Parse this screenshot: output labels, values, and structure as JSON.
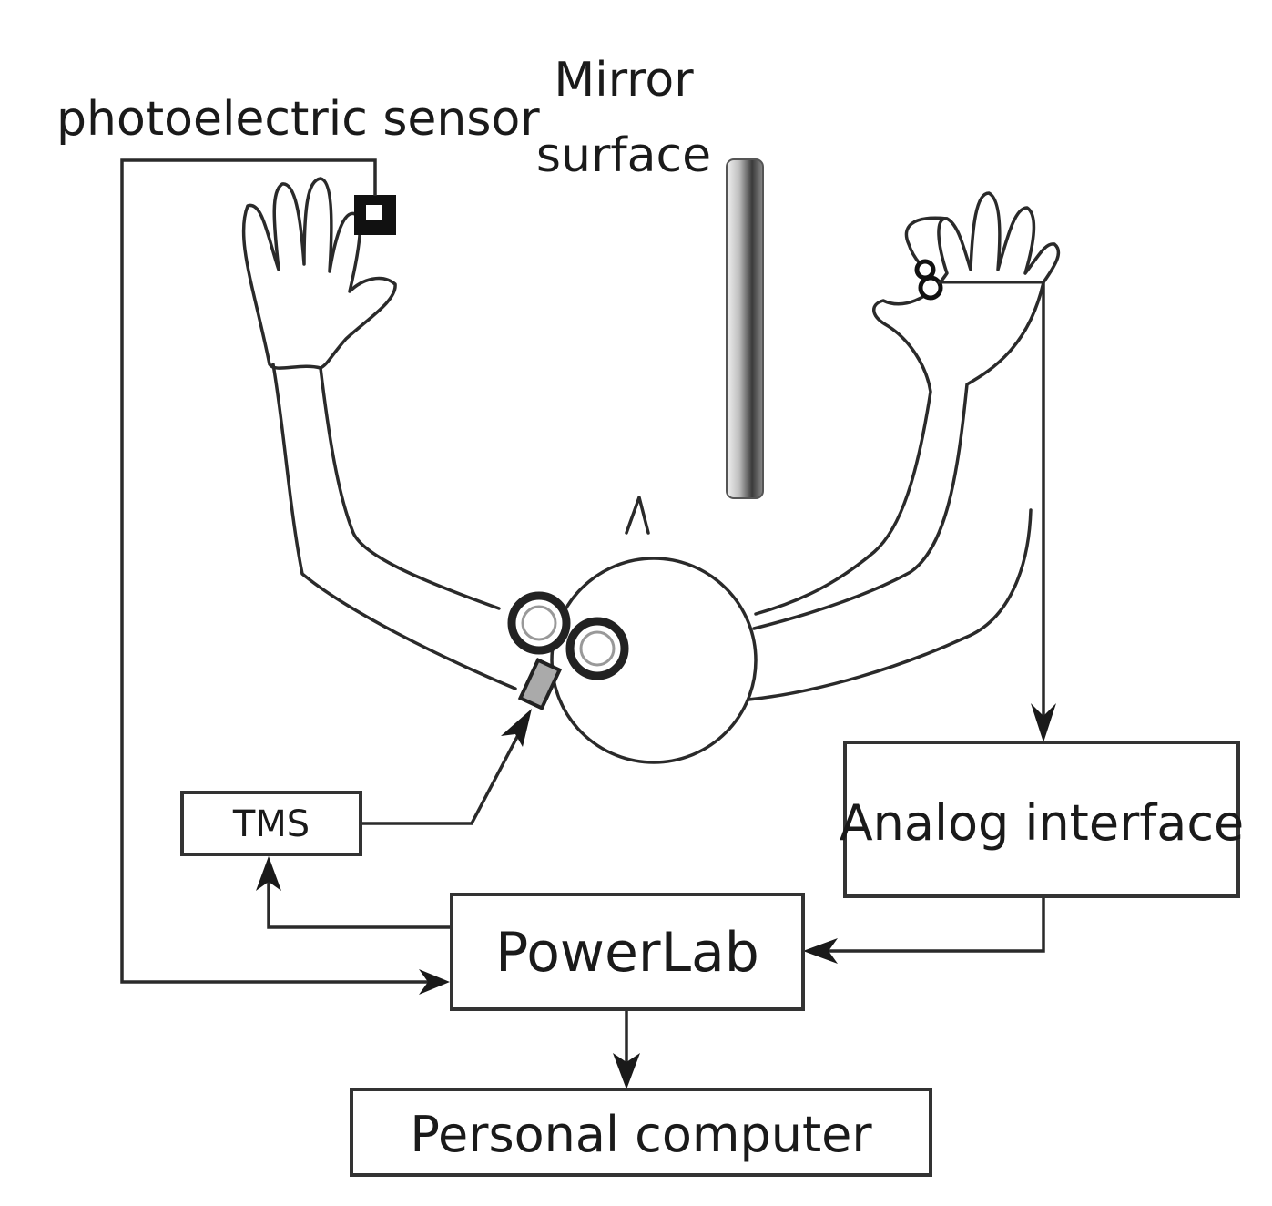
{
  "labels": {
    "photoelectric_sensor": "photoelectric sensor",
    "mirror_line1": "Mirror",
    "mirror_line2": "surface",
    "tms": "TMS",
    "analog_interface": "Analog interface",
    "powerlab": "PowerLab",
    "personal_computer": "Personal computer"
  },
  "colors": {
    "line": "#2a2a2a",
    "mirror_dark": "#444444",
    "mirror_light": "#e8e8e8",
    "sensor_fill": "#111111"
  },
  "icons": {
    "tms_coil": "figure-eight-coil-icon",
    "electrode": "emg-electrode-icon",
    "sensor": "photoelectric-sensor-icon"
  }
}
